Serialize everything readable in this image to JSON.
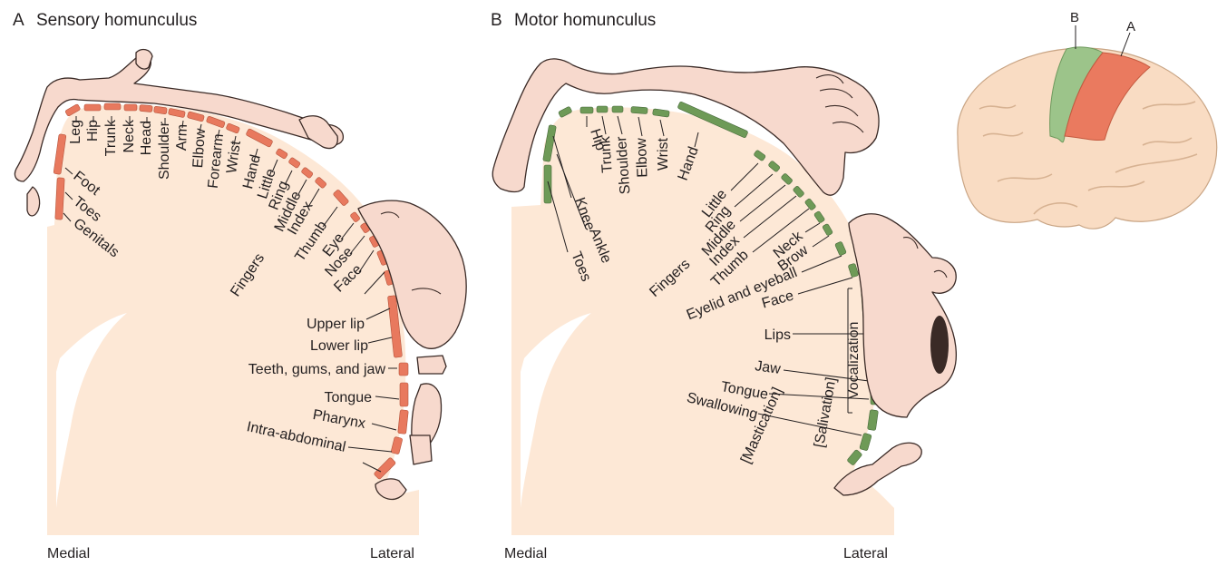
{
  "panel_a": {
    "letter": "A",
    "title": "Sensory homunculus",
    "bar_color": "#e8795e",
    "labels": [
      "Leg",
      "Hip",
      "Trunk",
      "Neck",
      "Head",
      "Shoulder",
      "Arm",
      "Elbow",
      "Forearm",
      "Wrist",
      "Hand",
      "Little",
      "Ring",
      "Middle",
      "Index",
      "Thumb",
      "Eye",
      "Nose",
      "Face",
      "Upper lip",
      "Lower lip",
      "Teeth, gums, and jaw",
      "Tongue",
      "Pharynx",
      "Intra-abdominal",
      "Foot",
      "Toes",
      "Genitals",
      "Fingers"
    ],
    "medial": "Medial",
    "lateral": "Lateral"
  },
  "panel_b": {
    "letter": "B",
    "title": "Motor homunculus",
    "bar_color": "#6e9a57",
    "labels": [
      "Hip",
      "Trunk",
      "Shoulder",
      "Elbow",
      "Wrist",
      "Hand",
      "Knee",
      "Ankle",
      "Toes",
      "Little",
      "Ring",
      "Middle",
      "Index",
      "Thumb",
      "Neck",
      "Brow",
      "Fingers",
      "Eyelid and eyeball",
      "Face",
      "Lips",
      "Jaw",
      "Tongue",
      "Swallowing",
      "[Mastication]",
      "[Salivation]",
      "Vocalization"
    ],
    "medial": "Medial",
    "lateral": "Lateral"
  },
  "brain": {
    "label_b": "B",
    "label_a": "A",
    "motor_color": "#9cc48a",
    "sensory_color": "#ea7a5f",
    "cortex_color": "#f9dcc3"
  },
  "colors": {
    "section_fill": "#fde8d6",
    "skin": "#f7d9cd"
  }
}
